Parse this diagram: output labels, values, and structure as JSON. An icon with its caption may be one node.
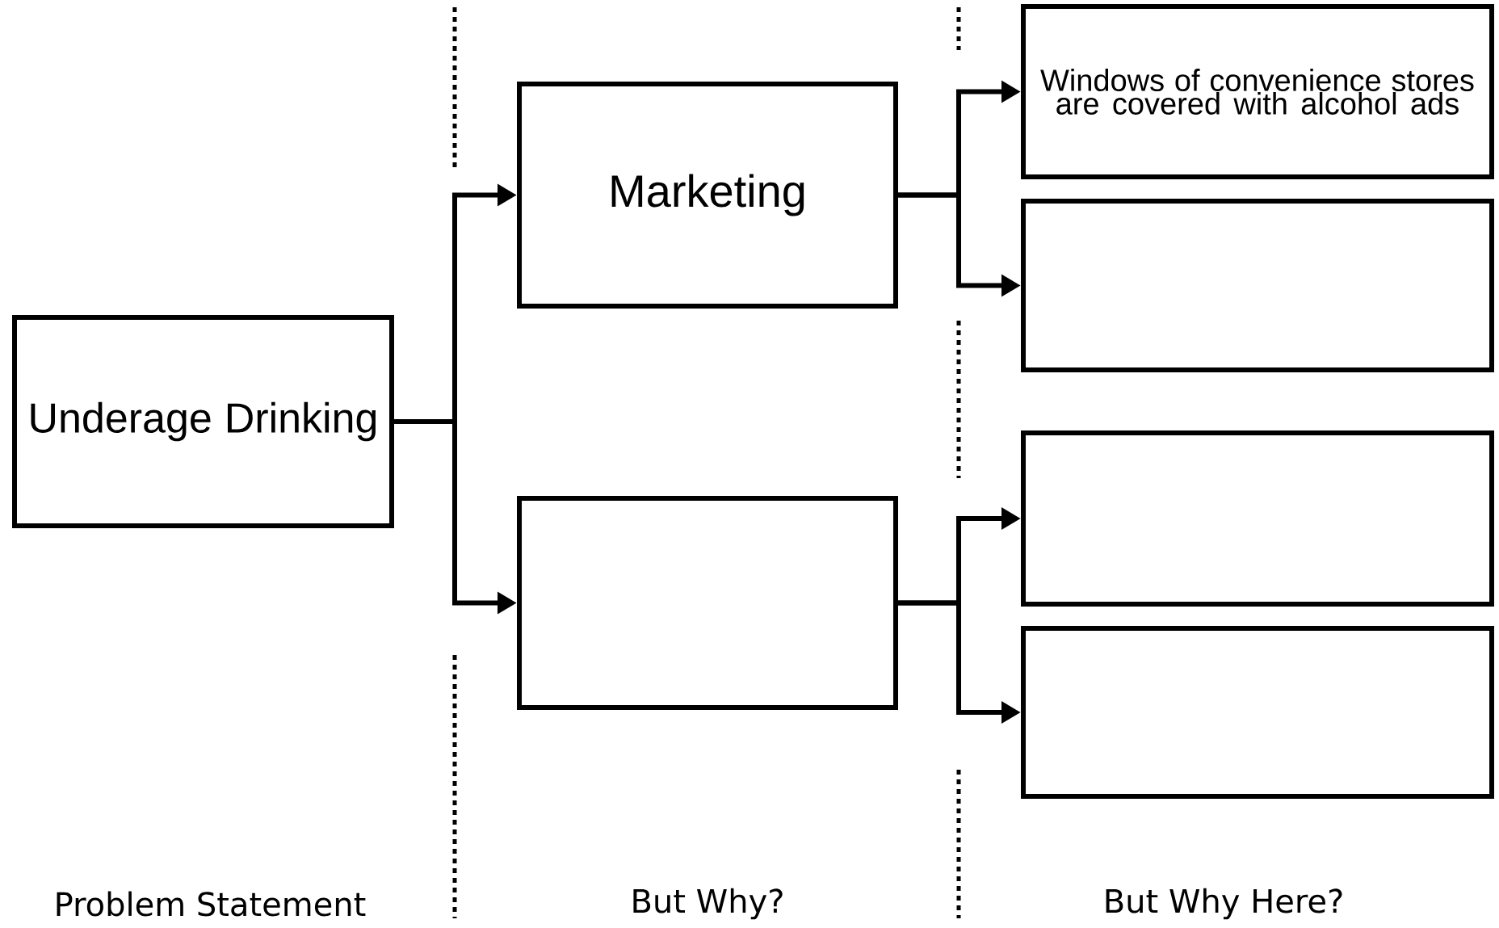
{
  "diagram": {
    "nodes": [
      {
        "text": [
          "Underage Drinking"
        ]
      },
      {
        "text": [
          "Marketing"
        ]
      },
      {
        "text": [],
        "shape": "box"
      },
      {
        "text": [
          "Windows of convenience stores are covered with alcohol ads"
        ]
      },
      {
        "text": [],
        "shape": "box"
      },
      {
        "text": [],
        "shape": "box"
      },
      {
        "text": [],
        "shape": "box"
      }
    ],
    "edges": [
      {
        "from": 0,
        "to": 1,
        "arrow": "to"
      },
      {
        "from": 0,
        "to": 2,
        "arrow": "to"
      },
      {
        "from": 1,
        "to": 3,
        "arrow": "to"
      },
      {
        "from": 1,
        "to": 4,
        "arrow": "to"
      },
      {
        "from": 2,
        "to": 5,
        "arrow": "to"
      },
      {
        "from": 2,
        "to": 6,
        "arrow": "to"
      }
    ],
    "labels": [
      "Problem Statement",
      "But Why?",
      "But Why Here?"
    ]
  }
}
